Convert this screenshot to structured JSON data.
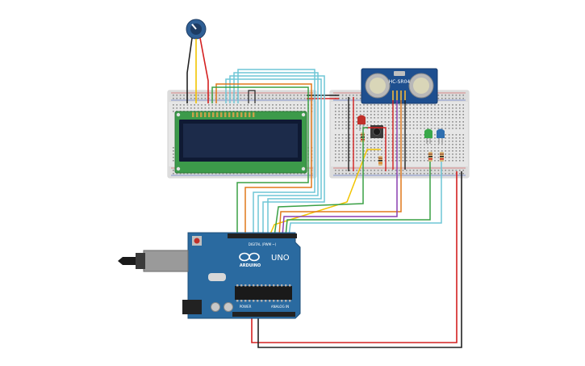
{
  "colors": {
    "breadboard": "#e6e6e6",
    "lcd_pcb": "#3c9a4a",
    "lcd_screen": "#1c2b4a",
    "arduino": "#2a6aa0",
    "sensor_pcb": "#1e4f8f",
    "wire_red": "#d42020",
    "wire_black": "#222222",
    "wire_orange": "#e0781a",
    "wire_yellow": "#f2c400",
    "wire_green": "#3aa045",
    "wire_cyan": "#6ec6d6",
    "wire_purple": "#8a3fb0",
    "led_red": "#c0302a",
    "led_green": "#3aa84a",
    "led_blue": "#2f6fb0"
  },
  "arduino": {
    "brand": "ARDUINO",
    "model": "UNO",
    "digital_label": "DIGITAL (PWM ~)",
    "power_label": "POWER",
    "analog_label": "ANALOG IN"
  },
  "sensor": {
    "model": "HC-SR04"
  },
  "components": [
    {
      "name": "potentiometer",
      "icon": "potentiometer-icon"
    },
    {
      "name": "lcd-16x2",
      "icon": "lcd-icon"
    },
    {
      "name": "ultrasonic-sensor",
      "icon": "sensor-icon"
    },
    {
      "name": "push-button",
      "icon": "button-icon"
    },
    {
      "name": "red-led",
      "icon": "led-icon"
    },
    {
      "name": "green-led",
      "icon": "led-icon"
    },
    {
      "name": "blue-led",
      "icon": "led-icon"
    }
  ]
}
